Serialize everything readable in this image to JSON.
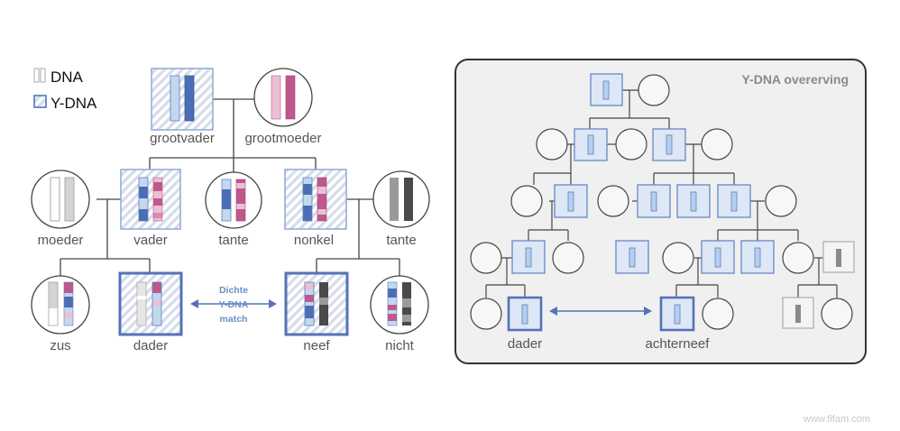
{
  "legend": {
    "dna": "DNA",
    "ydna": "Y-DNA"
  },
  "left_tree": {
    "grandfather": "grootvader",
    "grandmother": "grootmoeder",
    "mother": "moeder",
    "father": "vader",
    "aunt_1": "tante",
    "uncle": "nonkel",
    "aunt_2": "tante",
    "sister": "zus",
    "perpetrator": "dader",
    "cousin_male": "neef",
    "cousin_female": "nicht",
    "match_line_1": "Dichte",
    "match_line_2": "Y-DNA",
    "match_line_3": "match"
  },
  "right_panel": {
    "title": "Y-DNA overerving",
    "perpetrator": "dader",
    "great_nephew": "achterneef"
  },
  "watermark": "www.fifam.com",
  "colors": {
    "ydna_blue": "#4a6db5",
    "ydna_light": "#c3d8ef",
    "pink": "#c0578d",
    "pink_light": "#ebc0d5",
    "gray_dark": "#4a4a4a",
    "gray_mid": "#9a9a9a",
    "panel_bg": "#f0f0f0",
    "arrow": "#5572b8"
  }
}
